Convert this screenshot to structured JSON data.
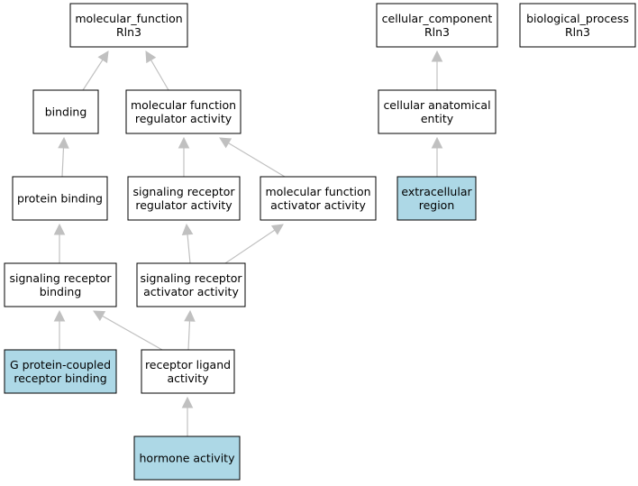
{
  "colors": {
    "highlight": "#add8e6",
    "default": "#ffffff",
    "edge": "#c0c0c0"
  },
  "nodes": [
    {
      "id": "mf",
      "lines": [
        "molecular_function",
        "Rln3"
      ],
      "highlight": false
    },
    {
      "id": "cc",
      "lines": [
        "cellular_component",
        "Rln3"
      ],
      "highlight": false
    },
    {
      "id": "bp",
      "lines": [
        "biological_process",
        "Rln3"
      ],
      "highlight": false
    },
    {
      "id": "binding",
      "lines": [
        "binding"
      ],
      "highlight": false
    },
    {
      "id": "mfra",
      "lines": [
        "molecular function",
        "regulator activity"
      ],
      "highlight": false
    },
    {
      "id": "cae",
      "lines": [
        "cellular anatomical",
        "entity"
      ],
      "highlight": false
    },
    {
      "id": "pb",
      "lines": [
        "protein binding"
      ],
      "highlight": false
    },
    {
      "id": "srra",
      "lines": [
        "signaling receptor",
        "regulator activity"
      ],
      "highlight": false
    },
    {
      "id": "mfaa",
      "lines": [
        "molecular function",
        "activator activity"
      ],
      "highlight": false
    },
    {
      "id": "er",
      "lines": [
        "extracellular",
        "region"
      ],
      "highlight": true
    },
    {
      "id": "srb",
      "lines": [
        "signaling receptor",
        "binding"
      ],
      "highlight": false
    },
    {
      "id": "sraa",
      "lines": [
        "signaling receptor",
        "activator activity"
      ],
      "highlight": false
    },
    {
      "id": "gpcr",
      "lines": [
        "G protein-coupled",
        "receptor binding"
      ],
      "highlight": true
    },
    {
      "id": "rla",
      "lines": [
        "receptor ligand",
        "activity"
      ],
      "highlight": false
    },
    {
      "id": "ha",
      "lines": [
        "hormone activity"
      ],
      "highlight": true
    }
  ],
  "edges": [
    {
      "from": "binding",
      "to": "mf"
    },
    {
      "from": "mfra",
      "to": "mf"
    },
    {
      "from": "pb",
      "to": "binding"
    },
    {
      "from": "srra",
      "to": "mfra"
    },
    {
      "from": "mfaa",
      "to": "mfra"
    },
    {
      "from": "srb",
      "to": "pb"
    },
    {
      "from": "sraa",
      "to": "srra"
    },
    {
      "from": "sraa",
      "to": "mfaa"
    },
    {
      "from": "gpcr",
      "to": "srb"
    },
    {
      "from": "rla",
      "to": "srb"
    },
    {
      "from": "rla",
      "to": "sraa"
    },
    {
      "from": "ha",
      "to": "rla"
    },
    {
      "from": "cae",
      "to": "cc"
    },
    {
      "from": "er",
      "to": "cae"
    }
  ]
}
